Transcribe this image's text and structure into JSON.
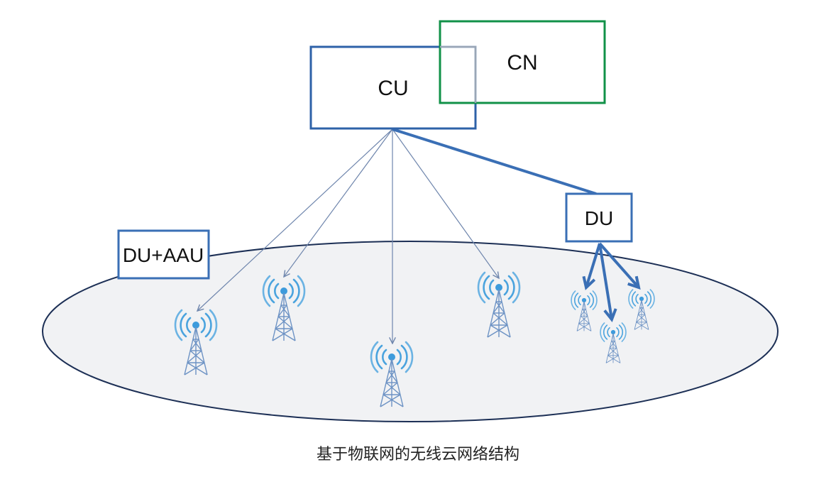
{
  "diagram": {
    "title": "基于物联网的无线云网络结构",
    "nodes": {
      "cu": {
        "label": "CU",
        "color": "#2e62a8"
      },
      "cn": {
        "label": "CN",
        "color": "#119148"
      },
      "du": {
        "label": "DU",
        "color": "#3a6fb5"
      },
      "du_aau": {
        "label": "DU+AAU",
        "color": "#3a6fb5"
      }
    },
    "coverage_area": {
      "fill": "#f1f2f4",
      "stroke": "#1c2f55"
    },
    "towers": [
      {
        "id": "tower-1",
        "group": "cu-direct"
      },
      {
        "id": "tower-2",
        "group": "cu-direct"
      },
      {
        "id": "tower-3",
        "group": "cu-direct"
      },
      {
        "id": "tower-4",
        "group": "cu-direct"
      },
      {
        "id": "tower-5",
        "group": "du-served"
      },
      {
        "id": "tower-6",
        "group": "du-served"
      },
      {
        "id": "tower-7",
        "group": "du-served"
      }
    ],
    "links": [
      {
        "from": "CU",
        "to": "tower-1",
        "style": "thin-arrow"
      },
      {
        "from": "CU",
        "to": "tower-2",
        "style": "thin-arrow"
      },
      {
        "from": "CU",
        "to": "tower-3",
        "style": "thin-arrow"
      },
      {
        "from": "CU",
        "to": "tower-4",
        "style": "thin-arrow"
      },
      {
        "from": "CU",
        "to": "DU",
        "style": "thick-line"
      },
      {
        "from": "DU",
        "to": "tower-5",
        "style": "thick-arrow"
      },
      {
        "from": "DU",
        "to": "tower-6",
        "style": "thick-arrow"
      },
      {
        "from": "DU",
        "to": "tower-7",
        "style": "thick-arrow"
      }
    ],
    "colors": {
      "thin_link": "#6f86ad",
      "thick_link": "#3a6fb5",
      "tower": "#4aa3de",
      "tower_frame": "#6c92c4"
    }
  }
}
